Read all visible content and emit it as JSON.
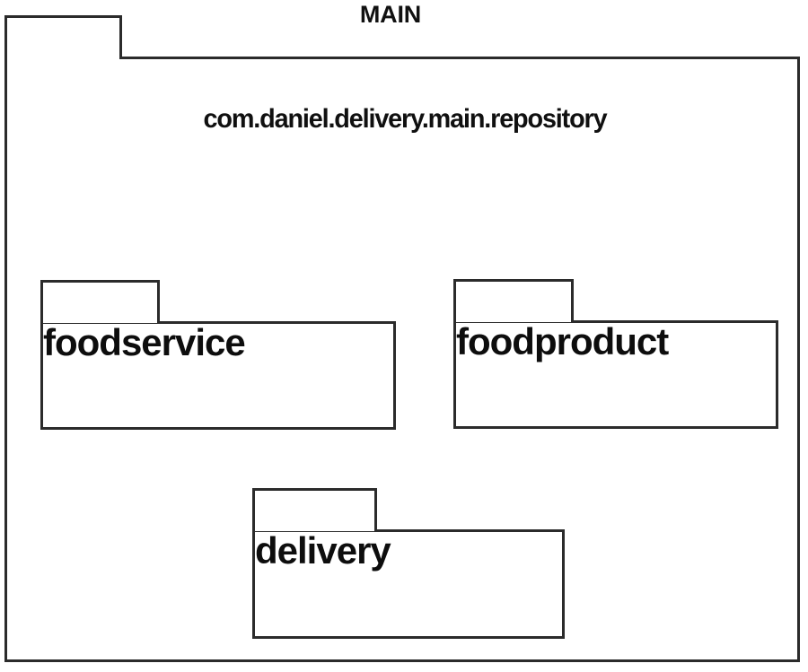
{
  "diagram": {
    "type": "uml-package-diagram",
    "title": "MAIN",
    "background_color": "#ffffff",
    "stroke_color": "#2b2b2b",
    "text_color": "#101010"
  },
  "main_package": {
    "title": "MAIN",
    "qualified_name": "com.daniel.delivery.main.repository",
    "sub_packages": [
      {
        "label": "foodservice"
      },
      {
        "label": "foodproduct"
      },
      {
        "label": "delivery"
      }
    ]
  }
}
